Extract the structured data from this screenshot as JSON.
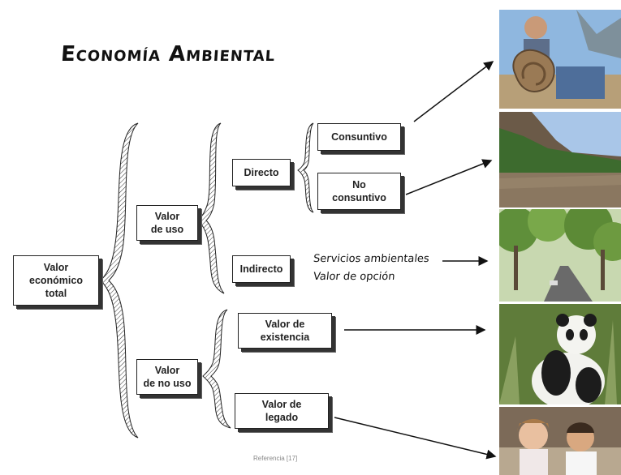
{
  "title": "Economía Ambiental",
  "boxes": {
    "total": "Valor\neconómico\ntotal",
    "uso": "Valor\nde uso",
    "no_uso": "Valor\nde no uso",
    "directo": "Directo",
    "indirecto": "Indirecto",
    "consuntivo": "Consuntivo",
    "no_consuntivo": "No\nconsuntivo",
    "existencia": "Valor de\nexistencia",
    "legado": "Valor de\nlegado"
  },
  "notes": {
    "servicios": "Servicios ambientales",
    "opcion": "Valor de opción"
  },
  "reference": "Referencia [17]",
  "photos": [
    "hunter-with-ram-photo",
    "river-canyon-photo",
    "tree-lined-road-photo",
    "panda-photo",
    "children-photo"
  ]
}
